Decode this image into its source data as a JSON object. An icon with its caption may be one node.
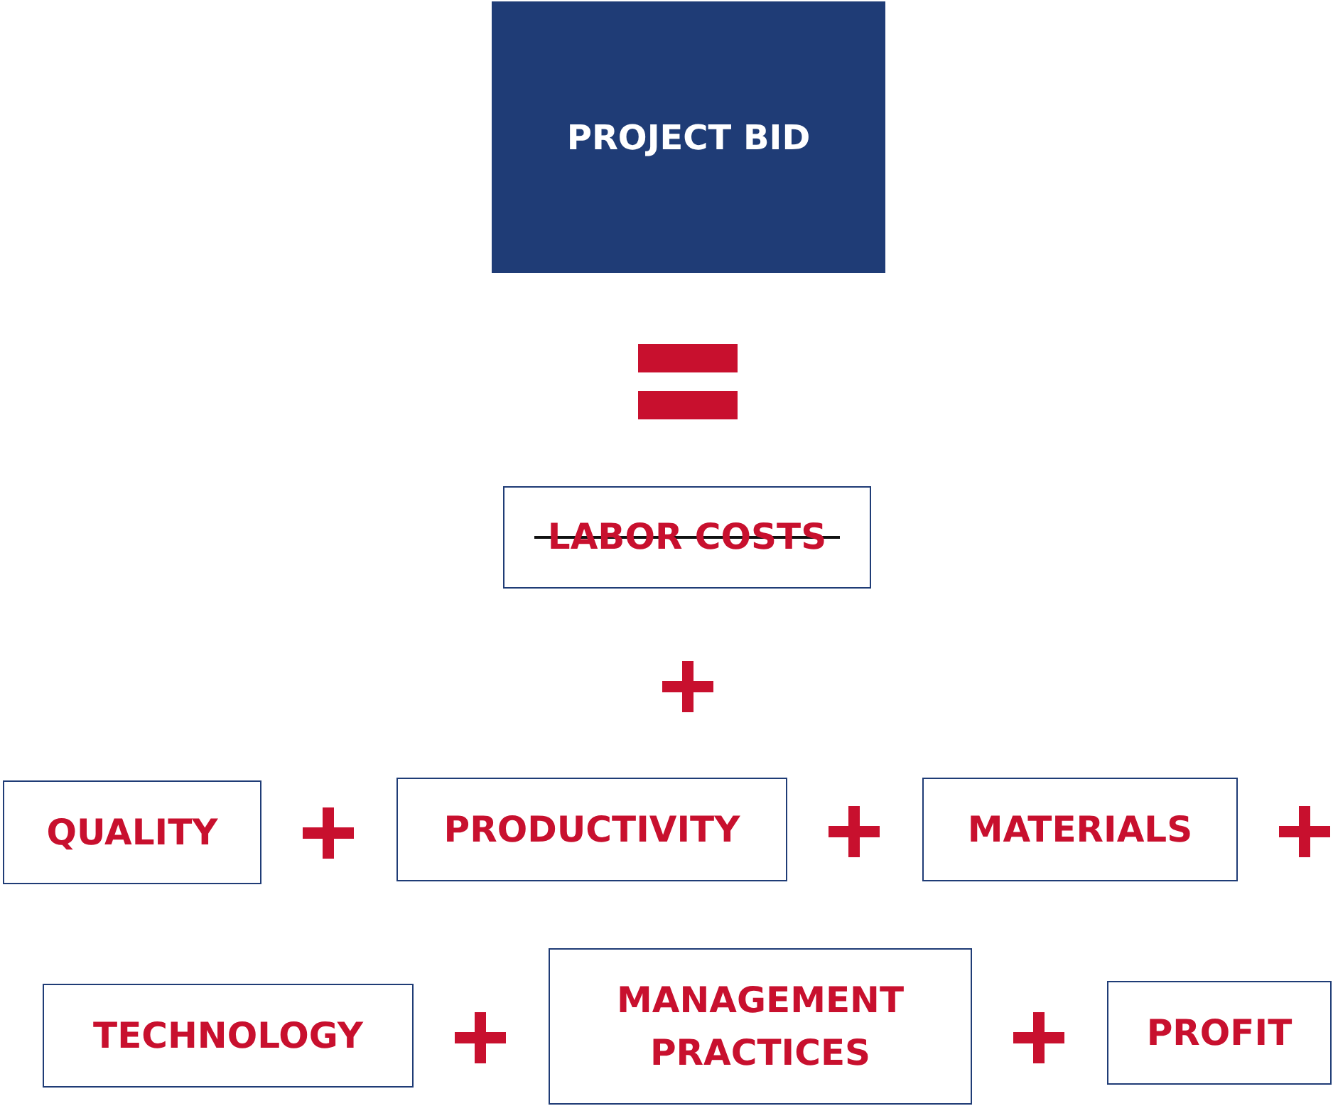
{
  "diagram": {
    "nodes": [
      {
        "text": [
          "PROJECT BID"
        ]
      },
      {
        "text": [
          "LABOR COSTS"
        ]
      },
      {
        "text": [
          "QUALITY"
        ]
      },
      {
        "text": [
          "PRODUCTIVITY"
        ]
      },
      {
        "text": [
          "MATERIALS"
        ]
      },
      {
        "text": [
          "TECHNOLOGY"
        ]
      },
      {
        "text": [
          "MANAGEMENT PRACTICES"
        ]
      },
      {
        "text": [
          "PROFIT"
        ]
      }
    ]
  }
}
